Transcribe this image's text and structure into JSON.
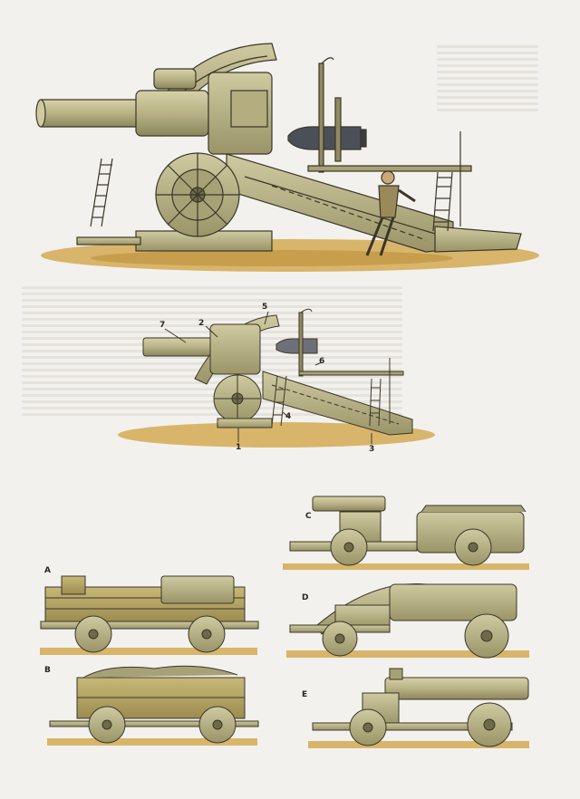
{
  "image": {
    "subject": "howitzer",
    "colors": {
      "paper": "#f3f1ed",
      "metal": "#b9b48a",
      "metal_dark": "#8f8a62",
      "outline": "#3b3628",
      "ground": "#d8b56a",
      "ground_shadow": "#c79e4c",
      "shell": "#4b5058"
    }
  },
  "detail_callouts": [
    "1",
    "2",
    "3",
    "4",
    "5",
    "6",
    "7"
  ],
  "vehicle_labels": {
    "a": "A",
    "b": "B",
    "c": "C",
    "d": "D",
    "e": "E"
  }
}
